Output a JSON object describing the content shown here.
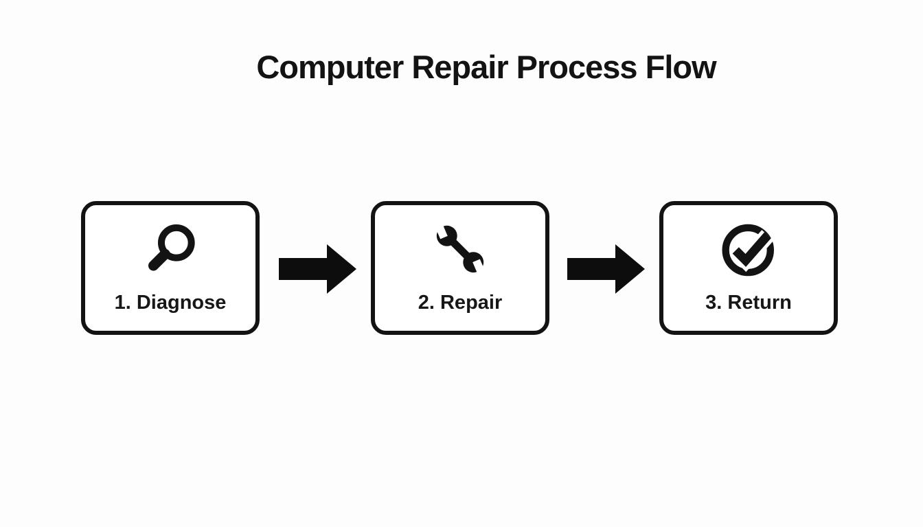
{
  "title": "Computer Repair Process Flow",
  "colors": {
    "background": "#fdfdfd",
    "foreground": "#131313",
    "box_fill": "#ffffff",
    "box_border": "#131313",
    "arrow": "#0d0d0d"
  },
  "steps": [
    {
      "number": "1",
      "label": "1. Diagnose",
      "icon": "magnifier-icon"
    },
    {
      "number": "2",
      "label": "2. Repair",
      "icon": "wrench-icon"
    },
    {
      "number": "3",
      "label": "3. Return",
      "icon": "check-circle-icon"
    }
  ],
  "arrows": [
    {
      "direction": "right"
    },
    {
      "direction": "right"
    }
  ]
}
